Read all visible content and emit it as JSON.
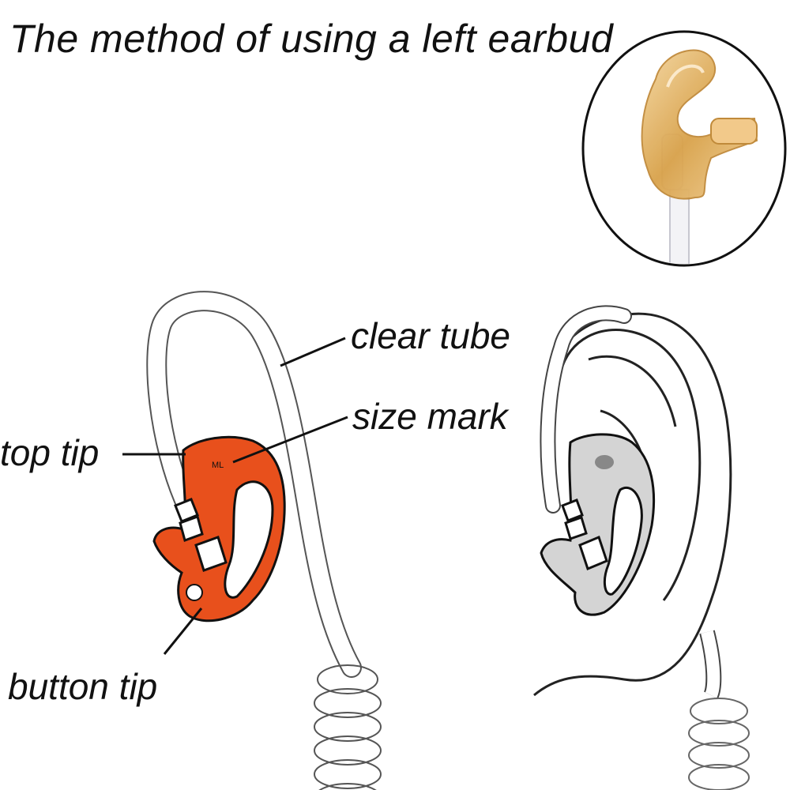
{
  "title": "The method of using a left earbud",
  "labels": {
    "clear_tube": "clear tube",
    "size_mark": "size mark",
    "top_tip": "top tip",
    "button_tip": "button tip",
    "ml_mark": "ML"
  },
  "colors": {
    "earbud_orange": "#e8501c",
    "photo_amber": "#d9a24a",
    "tube_outline": "#555555",
    "ear_outline": "#222222"
  }
}
